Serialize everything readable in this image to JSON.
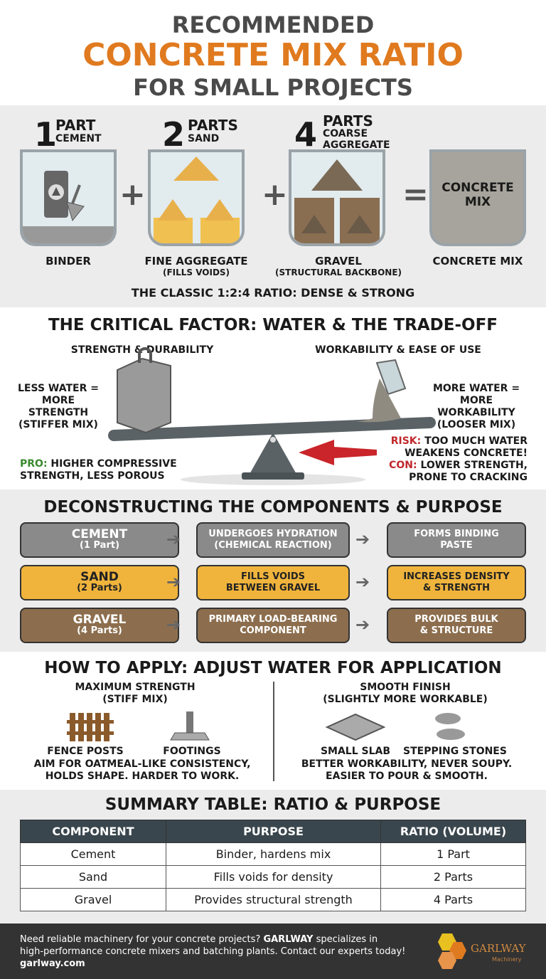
{
  "header": {
    "line1": "RECOMMENDED",
    "line2": "CONCRETE MIX RATIO",
    "line3": "FOR SMALL PROJECTS"
  },
  "ratio": {
    "items": [
      {
        "num": "1",
        "unit": "PART",
        "name": "CEMENT",
        "label": "BINDER",
        "sub": ""
      },
      {
        "num": "2",
        "unit": "PARTS",
        "name": "SAND",
        "label": "FINE AGGREGATE",
        "sub": "(FILLS VOIDS)"
      },
      {
        "num": "4",
        "unit": "PARTS",
        "name": "COARSE AGGREGATE",
        "label": "GRAVEL",
        "sub": "(STRUCTURAL BACKBONE)"
      }
    ],
    "plus": "+",
    "equals": "=",
    "result_inside": "CONCRETE MIX",
    "result_label": "CONCRETE MIX",
    "caption": "THE CLASSIC 1:2:4 RATIO: DENSE & STRONG"
  },
  "tradeoff": {
    "title": "THE CRITICAL FACTOR: WATER & THE TRADE-OFF",
    "left_head": "STRENGTH & DURABILITY",
    "right_head": "WORKABILITY & EASE OF USE",
    "left_note": [
      "LESS WATER =",
      "MORE STRENGTH",
      "(STIFFER MIX)"
    ],
    "right_note": [
      "MORE WATER =",
      "MORE WORKABILITY",
      "(LOOSER MIX)"
    ],
    "pro_label": "PRO:",
    "pro_text1": " HIGHER COMPRESSIVE",
    "pro_text2": "STRENGTH, LESS POROUS",
    "risk_label": "RISK:",
    "risk_text1": " TOO MUCH WATER",
    "risk_text2": "WEAKENS CONCRETE!",
    "con_label": "CON:",
    "con_text1": " LOWER STRENGTH,",
    "con_text2": "PRONE TO CRACKING",
    "colors": {
      "pro": "#3a8a2e",
      "risk": "#c0282b"
    }
  },
  "components": {
    "title": "DECONSTRUCTING THE COMPONENTS & PURPOSE",
    "rows": [
      {
        "name": "CEMENT",
        "parts": "(1 Part)",
        "process": [
          "UNDERGOES HYDRATION",
          "(CHEMICAL REACTION)"
        ],
        "result": [
          "FORMS BINDING",
          "PASTE"
        ],
        "color": "#8a8a8a"
      },
      {
        "name": "SAND",
        "parts": "(2 Parts)",
        "process": [
          "FILLS VOIDS",
          "BETWEEN GRAVEL"
        ],
        "result": [
          "INCREASES DENSITY",
          "& STRENGTH"
        ],
        "color": "#f0b43c"
      },
      {
        "name": "GRAVEL",
        "parts": "(4 Parts)",
        "process": [
          "PRIMARY LOAD-BEARING",
          "COMPONENT"
        ],
        "result": [
          "PROVIDES BULK",
          "& STRUCTURE"
        ],
        "color": "#8c6e4e"
      }
    ]
  },
  "apply": {
    "title": "HOW TO APPLY: ADJUST WATER FOR APPLICATION",
    "left": {
      "head1": "MAXIMUM STRENGTH",
      "head2": "(STIFF MIX)",
      "items": [
        "FENCE POSTS",
        "FOOTINGS"
      ],
      "note1": "AIM FOR OATMEAL-LIKE CONSISTENCY,",
      "note2": "HOLDS SHAPE. HARDER TO WORK."
    },
    "right": {
      "head1": "SMOOTH FINISH",
      "head2": "(SLIGHTLY MORE WORKABLE)",
      "items": [
        "SMALL SLAB",
        "STEPPING STONES"
      ],
      "note1": "BETTER WORKABILITY, NEVER SOUPY.",
      "note2": "EASIER TO POUR & SMOOTH."
    }
  },
  "summary": {
    "title": "SUMMARY TABLE: RATIO & PURPOSE",
    "columns": [
      "COMPONENT",
      "PURPOSE",
      "RATIO (VOLUME)"
    ],
    "rows": [
      [
        "Cement",
        "Binder, hardens mix",
        "1 Part"
      ],
      [
        "Sand",
        "Fills voids for density",
        "2 Parts"
      ],
      [
        "Gravel",
        "Provides structural strength",
        "4 Parts"
      ]
    ]
  },
  "footer": {
    "text1": "Need reliable machinery for your concrete projects? ",
    "brand": "GARLWAY",
    "text2": " specializes in",
    "text3": "high-performance concrete mixers and batching plants. Contact our experts today!",
    "url": "garlway.com",
    "logo_text": "GARLWAY",
    "logo_sub": "Machinery"
  }
}
